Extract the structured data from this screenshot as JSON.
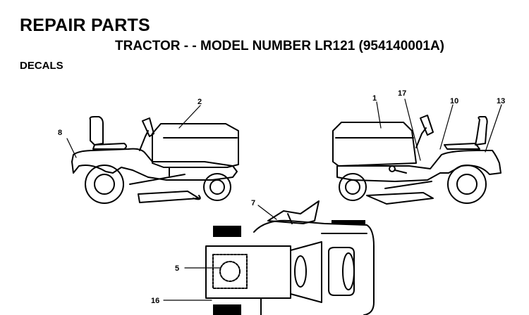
{
  "header": {
    "title": "REPAIR PARTS",
    "subtitle": "TRACTOR - - MODEL NUMBER LR121 (954140001A)",
    "section": "DECALS"
  },
  "callouts": [
    "1",
    "2",
    "5",
    "7",
    "8",
    "10",
    "13",
    "16",
    "17"
  ]
}
